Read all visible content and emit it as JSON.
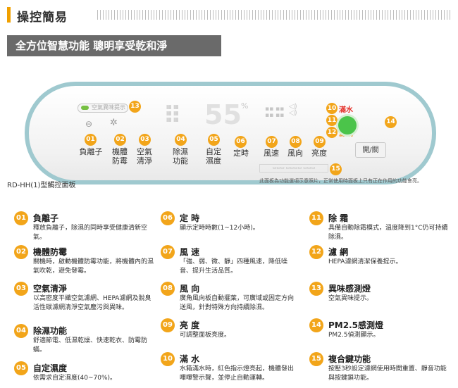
{
  "header": {
    "title": "操控簡易"
  },
  "banner": {
    "text": "全方位智慧功能 聰明享受乾和淨"
  },
  "panel": {
    "indicator_text": "空氣異味提示",
    "display_digits": "55",
    "markers": [
      {
        "num": "01",
        "label": "負離子"
      },
      {
        "num": "02",
        "label": "機體防霉"
      },
      {
        "num": "03",
        "label": "空氣清淨"
      },
      {
        "num": "04",
        "label": "除濕功能"
      },
      {
        "num": "05",
        "label": "自定濕度"
      },
      {
        "num": "06",
        "label": "定時"
      },
      {
        "num": "07",
        "label": "風速"
      },
      {
        "num": "08",
        "label": "風向"
      },
      {
        "num": "09",
        "label": "亮度"
      },
      {
        "num": "13"
      },
      {
        "num": "14"
      },
      {
        "num": "15"
      }
    ],
    "right_labels": [
      {
        "num": "10",
        "label": "滿水",
        "color": "#e4322b"
      },
      {
        "num": "11",
        "label": "除霜",
        "color": "#4bb84a"
      },
      {
        "num": "12",
        "label": "濾網",
        "color": "#f28c28"
      }
    ],
    "power_label": "開/關",
    "model_label": "RD-HH(1)型觸控面板",
    "note": "此面板為功能選項示意照片，正常使用時面板上只有正在作用的功能會亮。"
  },
  "features": [
    {
      "num": "01",
      "title": "負離子",
      "desc": "釋放負離子，除濕的同時享受健康清新空氣。"
    },
    {
      "num": "02",
      "title": "機體防霉",
      "desc": "關機時，啟動機體防霉功能，將機體內的濕氣吹乾，避免發霉。"
    },
    {
      "num": "03",
      "title": "空氣清淨",
      "desc": "以高密度平織空氣濾網、HEPA濾網及脫臭活性碳濾網清淨空氣塵污與異味。"
    },
    {
      "num": "04",
      "title": "除濕功能",
      "desc": "舒適節電、低濕乾燥、快速乾衣、防霉防蟎。"
    },
    {
      "num": "05",
      "title": "自定濕度",
      "desc": "依需求自定濕度(40~70%)。"
    },
    {
      "num": "06",
      "title": "定 時",
      "desc": "顯示定時時數(1~12小時)。"
    },
    {
      "num": "07",
      "title": "風 速",
      "desc": "「強、弱、微、靜」四種風速，降低噪音、提升生活品質。"
    },
    {
      "num": "08",
      "title": "風 向",
      "desc": "廣角風向板自動擺葉，可廣域或固定方向送風，針對特殊方向持續除濕。"
    },
    {
      "num": "09",
      "title": "亮 度",
      "desc": "可調整面板亮度。"
    },
    {
      "num": "10",
      "title": "滿 水",
      "desc": "水箱滿水時，紅色指示燈亮起，機體發出嗶嗶警示聲，並停止自動運轉。"
    },
    {
      "num": "11",
      "title": "除 霜",
      "desc": "具備自動除霜模式，溫度降到1°C仍可持續除濕。"
    },
    {
      "num": "12",
      "title": "濾 網",
      "desc": "HEPA濾網清潔保養提示。"
    },
    {
      "num": "13",
      "title": "異味感測燈",
      "desc": "空氣異味提示。"
    },
    {
      "num": "14",
      "title": "PM2.5感測燈",
      "desc": "PM2.5偵測顯示。"
    },
    {
      "num": "15",
      "title": "複合鍵功能",
      "desc": "按壓3秒設定濾網使用時間重置、靜音功能與按鍵鎖功能。"
    }
  ]
}
